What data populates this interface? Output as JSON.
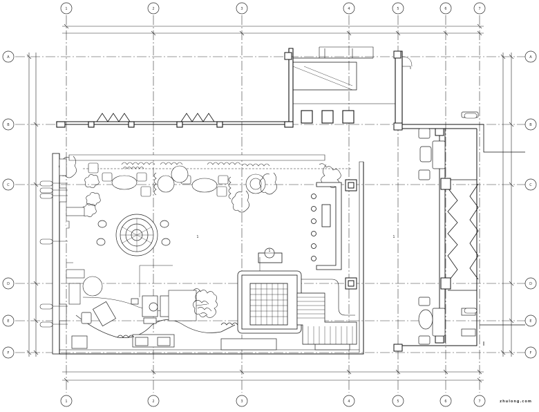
{
  "drawing": {
    "type": "architectural-floor-plan",
    "grid_columns": [
      "1",
      "2",
      "3",
      "4",
      "5",
      "6",
      "7"
    ],
    "grid_rows": [
      "A",
      "B",
      "C",
      "D",
      "E",
      "F"
    ],
    "watermark": "zhulong.com",
    "room_label": "1",
    "bubble_text": "1",
    "callout_marker": "1"
  }
}
